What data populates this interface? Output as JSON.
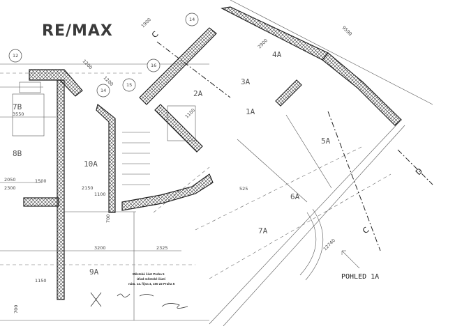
{
  "logo": {
    "text": "RE/MAX",
    "color": "#3a3a3a"
  },
  "rooms": [
    "7B",
    "8B",
    "10A",
    "4A",
    "1A",
    "2A",
    "3A",
    "5A",
    "6A",
    "7A",
    "9A"
  ],
  "callouts": [
    "12",
    "14",
    "14",
    "15",
    "16"
  ],
  "dimensions": [
    "3550",
    "2050",
    "2300",
    "1500",
    "2150",
    "1100",
    "3200",
    "2325",
    "1150",
    "700",
    "700",
    "1200",
    "1200",
    "1900",
    "2900",
    "9590",
    "12740",
    "525",
    "1100"
  ],
  "sections": {
    "c1": "C",
    "c2": "C",
    "d": "D"
  },
  "view_label": "POHLED 1A",
  "stamp": {
    "line1": "Městská část Praha 5",
    "line2": "Úřad městské části",
    "line3": "nám. 14. října 4, 150 22 Praha 5"
  }
}
